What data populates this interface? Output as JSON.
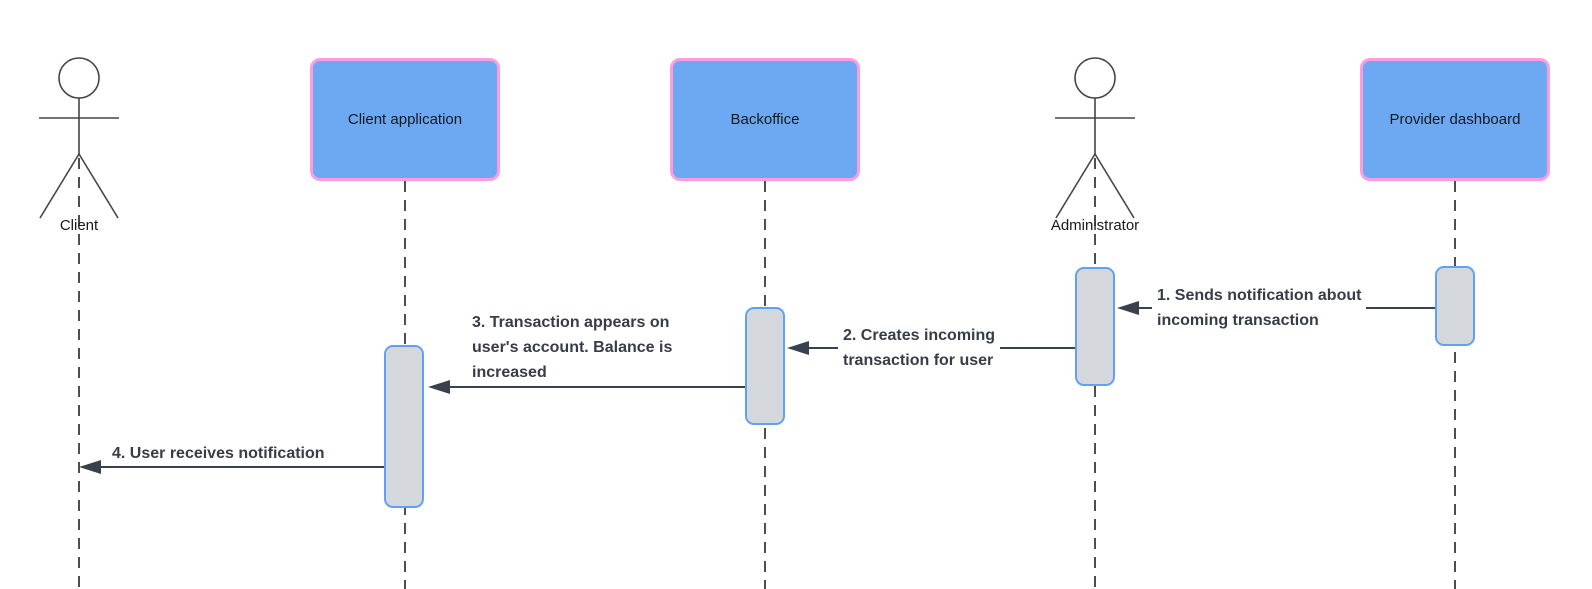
{
  "diagram": {
    "type": "uml-sequence-diagram",
    "background": "#ffffff"
  },
  "colors": {
    "participant_fill": "#6da8f3",
    "participant_border": "#fc9edd",
    "activation_fill": "#d4d8dd",
    "activation_border": "#62a1f2",
    "message_line": "#39414d",
    "message_text": "#373d46",
    "label_text": "#16191d",
    "lifeline": "#222222",
    "actor_stroke": "#454545"
  },
  "actors": [
    {
      "label": "Client"
    },
    {
      "label": "Administrator"
    }
  ],
  "participants": [
    {
      "label": "Client application"
    },
    {
      "label": "Backoffice"
    },
    {
      "label": "Provider dashboard"
    }
  ],
  "messages": [
    {
      "order": "1",
      "from": "Provider dashboard",
      "to": "Administrator",
      "text": "1. Sends notification about incoming transaction",
      "lines": [
        "1. Sends notification about",
        "incoming transaction"
      ]
    },
    {
      "order": "2",
      "from": "Administrator",
      "to": "Backoffice",
      "text": "2. Creates incoming transaction for user",
      "lines": [
        "2. Creates incoming",
        "transaction for user"
      ]
    },
    {
      "order": "3",
      "from": "Backoffice",
      "to": "Client application",
      "text": "3. Transaction appears on user's account. Balance is increased",
      "lines": [
        "3. Transaction appears on",
        "user's account. Balance is",
        "increased"
      ]
    },
    {
      "order": "4",
      "from": "Client application",
      "to": "Client",
      "text": "4. User receives notification",
      "lines": [
        "4. User receives notification"
      ]
    }
  ]
}
